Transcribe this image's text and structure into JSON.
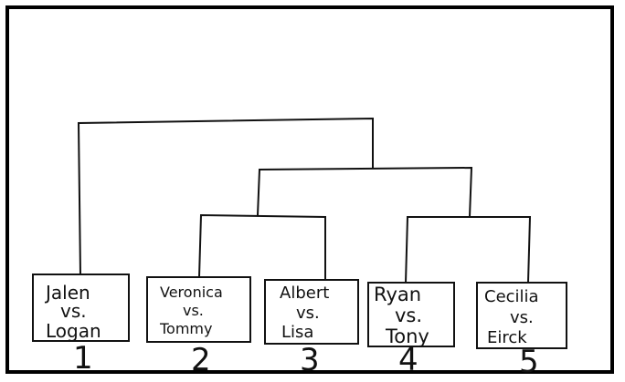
{
  "matches": [
    {
      "lines": [
        "Jalen",
        "vs.",
        "Logan"
      ],
      "number": "1"
    },
    {
      "lines": [
        "Veronica",
        "vs.",
        "Tommy"
      ],
      "number": "2"
    },
    {
      "lines": [
        "Albert",
        "vs.",
        "Lisa"
      ],
      "number": "3"
    },
    {
      "lines": [
        "Ryan",
        "vs.",
        "Tony"
      ],
      "number": "4"
    },
    {
      "lines": [
        "Cecilia",
        "vs.",
        "Eirck"
      ],
      "number": "5"
    }
  ]
}
